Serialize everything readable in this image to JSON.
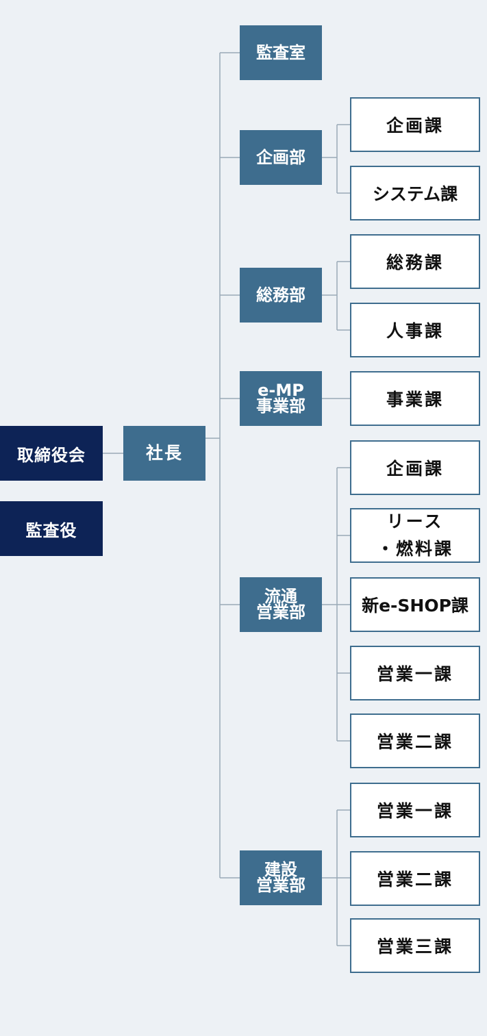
{
  "colors": {
    "background": "#edf1f5",
    "board": "#0d2356",
    "department": "#3e6d8e",
    "line": "#9aa9b7",
    "section_border": "#3e6d8e"
  },
  "board": {
    "name": "取締役会"
  },
  "auditor": {
    "name": "監査役"
  },
  "president": {
    "name": "社長"
  },
  "departments": [
    {
      "name": "監査室",
      "sections": []
    },
    {
      "name": "企画部",
      "sections": [
        "企画課",
        "システム課"
      ]
    },
    {
      "name": "総務部",
      "sections": [
        "総務課",
        "人事課"
      ]
    },
    {
      "name": "e-MP\n事業部",
      "sections": [
        "事業課"
      ]
    },
    {
      "name": "流通\n営業部",
      "sections": [
        "企画課",
        "リース\n・燃料課",
        "新e-SHOP課",
        "営業一課",
        "営業二課"
      ]
    },
    {
      "name": "建設\n営業部",
      "sections": [
        "営業一課",
        "営業二課",
        "営業三課"
      ]
    }
  ]
}
